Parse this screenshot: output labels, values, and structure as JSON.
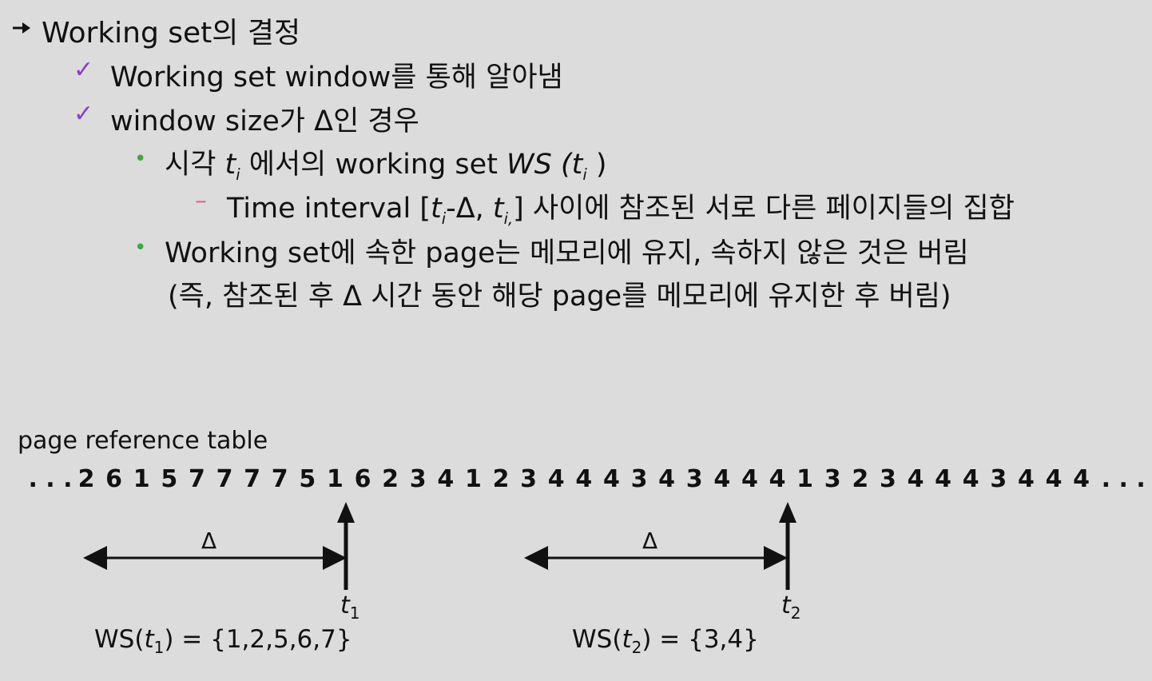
{
  "heading": "Working set의 결정",
  "items": [
    {
      "text": "Working set window를 통해 알아냄"
    },
    {
      "text_pre": "window size가 ",
      "delta": "Δ",
      "text_post": "인 경우"
    }
  ],
  "sub_items": {
    "first": {
      "pre": "시각 ",
      "t": "t",
      "i": "i",
      "mid": " 에서의 working set ",
      "ws": "WS",
      "paren_open": " (",
      "paren_close": " )"
    },
    "dash": {
      "pre": "Time interval [",
      "t": "t",
      "i": "i",
      "mid": "-Δ, ",
      "t2": "t",
      "i2": "i,",
      "post": "] 사이에 참조된 서로 다른 페이지들의 집합"
    },
    "second_line1": "Working set에 속한 page는 메모리에 유지, 속하지 않은 것은 버림",
    "second_line2": "(즉, 참조된 후 Δ 시간 동안 해당 page를 메모리에 유지한 후 버림)"
  },
  "table": {
    "label": "page reference table",
    "prefix": ". . .",
    "suffix": ". . .",
    "sequence": [
      "2",
      "6",
      "1",
      "5",
      "7",
      "7",
      "7",
      "7",
      "5",
      "1",
      "6",
      "2",
      "3",
      "4",
      "1",
      "2",
      "3",
      "4",
      "4",
      "4",
      "3",
      "4",
      "3",
      "4",
      "4",
      "4",
      "1",
      "3",
      "2",
      "3",
      "4",
      "4",
      "4",
      "3",
      "4",
      "4",
      "4"
    ]
  },
  "markers": [
    {
      "delta": "Δ",
      "t": "t",
      "sub": "1",
      "ws_pre": "WS(",
      "ws_t": "t",
      "ws_sub": "1",
      "ws_post": ") = {1,2,5,6,7}"
    },
    {
      "delta": "Δ",
      "t": "t",
      "sub": "2",
      "ws_pre": "WS(",
      "ws_t": "t",
      "ws_sub": "2",
      "ws_post": ") = {3,4}"
    }
  ],
  "colors": {
    "background": "#dcdcdc",
    "check": "#8a3fbf",
    "dot": "#3caa3c",
    "dash": "#d86a9a"
  }
}
